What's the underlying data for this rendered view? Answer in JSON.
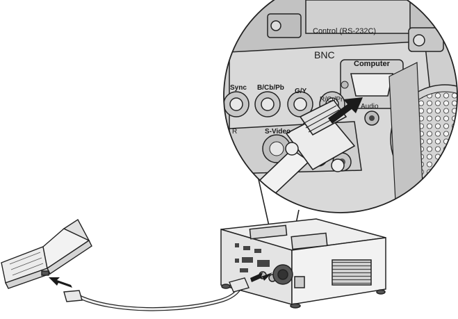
{
  "labels": {
    "control": "Control (RS-232C)",
    "bnc": "BNC",
    "computer": "Computer",
    "sync": "Sync",
    "bcbpb": "B/Cb/Pb",
    "gy": "G/Y",
    "rcrpr": "R/Cr/Pr",
    "audio": "Audio",
    "svideo": "S-Video",
    "r": "R"
  },
  "colors": {
    "panel": "#d9d9d9",
    "panel_dark": "#b5b5b5",
    "outline": "#222222",
    "arrow": "#1a1a1a",
    "cable": "#f2f2f2"
  }
}
